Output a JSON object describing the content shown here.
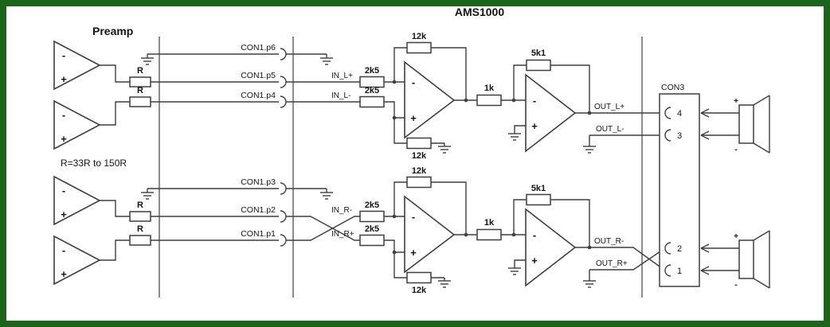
{
  "colors": {
    "frame": "#1a651a",
    "paper": "#ffffff",
    "ink": "#3f3f3f",
    "text": "#141414"
  },
  "title": "AMS1000",
  "preamp": {
    "label": "Preamp",
    "note": "R=33R to 150R",
    "resistor": "R"
  },
  "polarity": {
    "plus": "+",
    "minus": "-"
  },
  "con1": {
    "p6": "CON1.p6",
    "p5": "CON1.p5",
    "p4": "CON1.p4",
    "p3": "CON1.p3",
    "p2": "CON1.p2",
    "p1": "CON1.p1"
  },
  "nets": {
    "in_l_plus": "IN_L+",
    "in_l_minus": "IN_L-",
    "in_r_minus": "IN_R-",
    "in_r_plus": "IN_R+",
    "out_l_plus": "OUT_L+",
    "out_l_minus": "OUT_L-",
    "out_r_minus": "OUT_R-",
    "out_r_plus": "OUT_R+"
  },
  "values": {
    "r2k5": "2k5",
    "r12k": "12k",
    "r1k": "1k",
    "r5k1": "5k1"
  },
  "con3": {
    "label": "CON3",
    "pin4": "4",
    "pin3": "3",
    "pin2": "2",
    "pin1": "1"
  }
}
